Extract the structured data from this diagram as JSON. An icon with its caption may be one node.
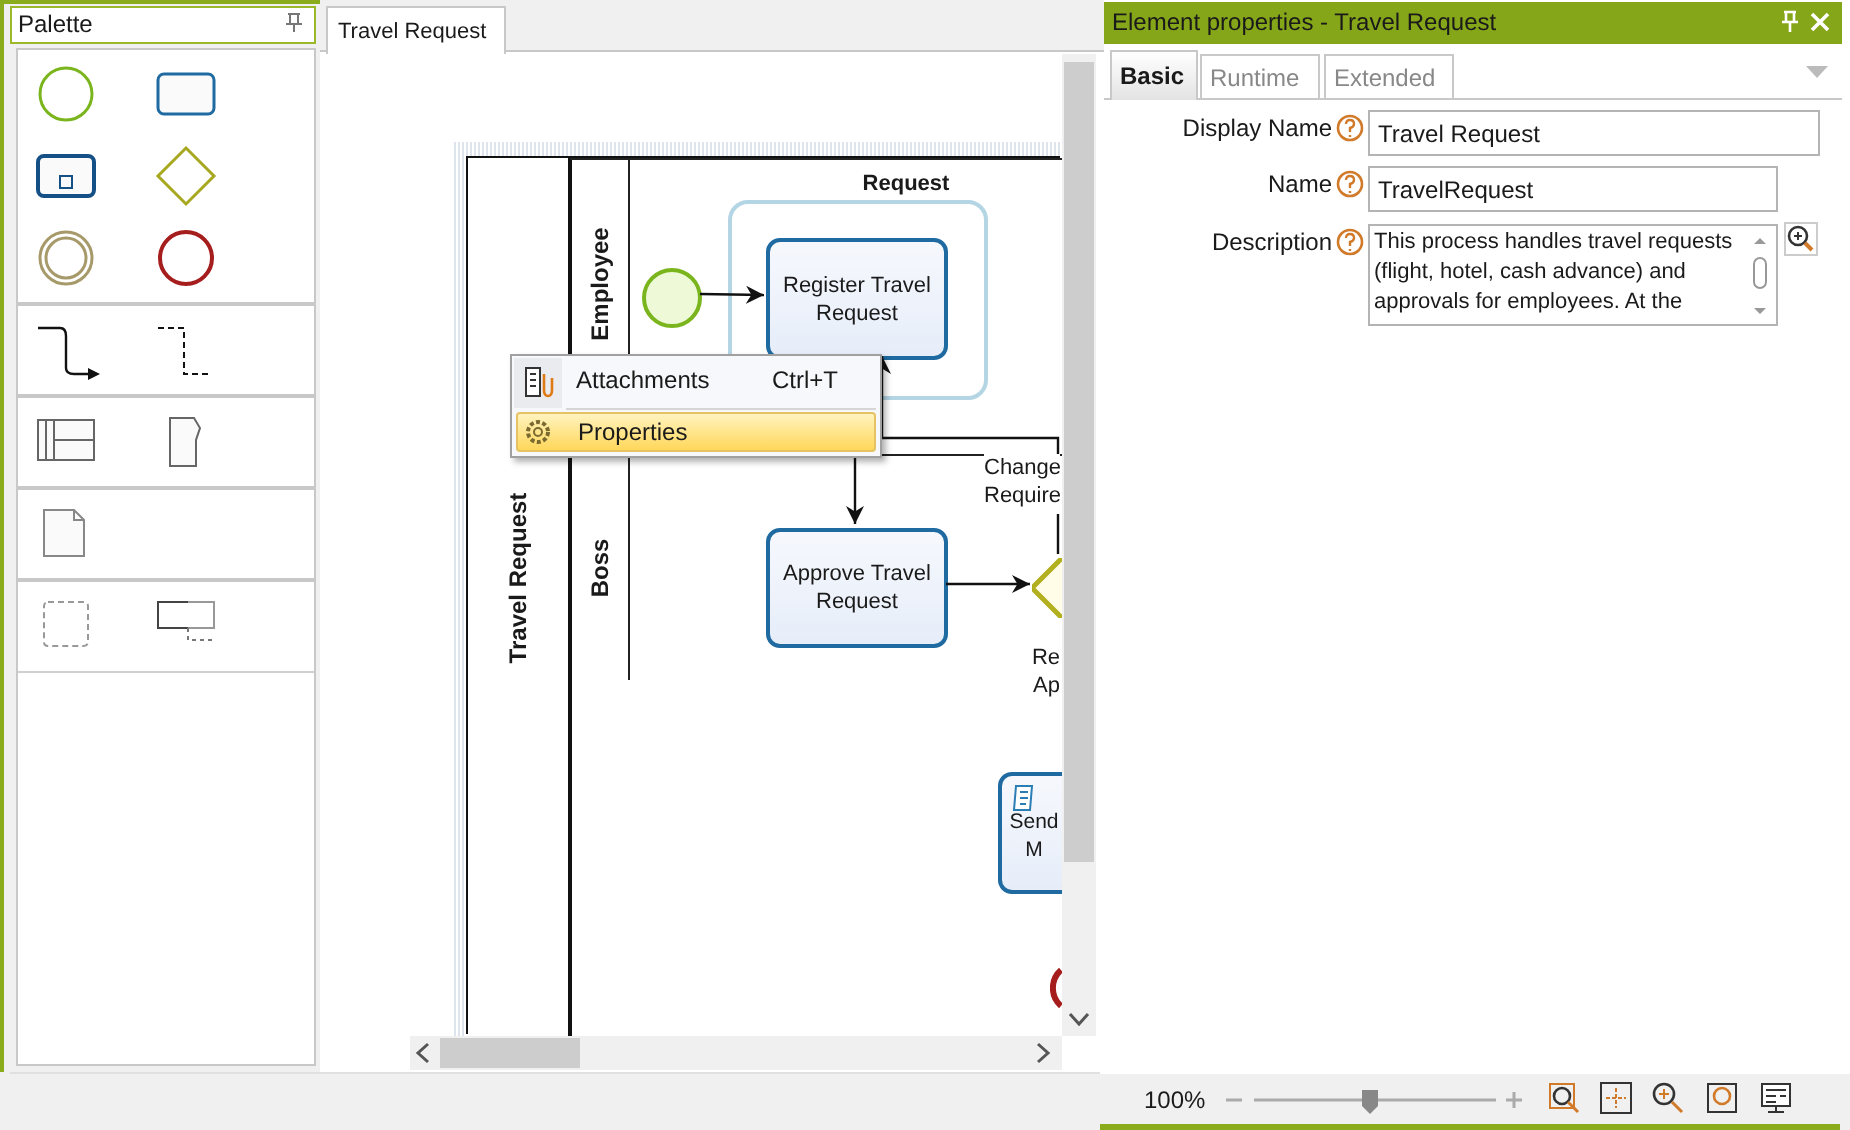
{
  "diagram": {
    "nodes": [
      {
        "text": [
          "Travel Request"
        ]
      },
      {
        "text": [
          "Employee"
        ],
        "in": 0
      },
      {
        "text": [
          "Boss"
        ],
        "in": 0
      },
      {
        "text": [
          "Request"
        ],
        "in": 1
      },
      {
        "text": [],
        "shape": "circle",
        "in": 1
      },
      {
        "text": [
          "Register Travel Request"
        ],
        "in": 3
      },
      {
        "text": [
          "Approve Travel Request"
        ],
        "in": 2
      },
      {
        "text": [],
        "shape": "diamond",
        "in": 2,
        "beside": [
          "Re Ap"
        ]
      },
      {
        "text": [
          "Send M"
        ],
        "in": 0
      },
      {
        "text": [],
        "shape": "circle",
        "in": 0
      }
    ],
    "edges": [
      {
        "from": 4,
        "to": 5,
        "arrow": "to"
      },
      {
        "from": 5,
        "to": 6,
        "arrow": "to"
      },
      {
        "from": 6,
        "to": 7,
        "arrow": "to"
      },
      {
        "from": 7,
        "to": 5,
        "arrow": "to",
        "label": "Change Require"
      }
    ],
    "labels": [
      "Palette",
      "Travel Request",
      "Element properties - Travel Request",
      "Basic",
      "Runtime",
      "Extended",
      "Display Name",
      "Travel Request",
      "Name",
      "TravelRequest",
      "Description",
      "This process handles travel requests (flight, hotel, cash advance) and approvals for employees. At the",
      "Attachments",
      "Ctrl+T",
      "Properties",
      "100%"
    ]
  }
}
